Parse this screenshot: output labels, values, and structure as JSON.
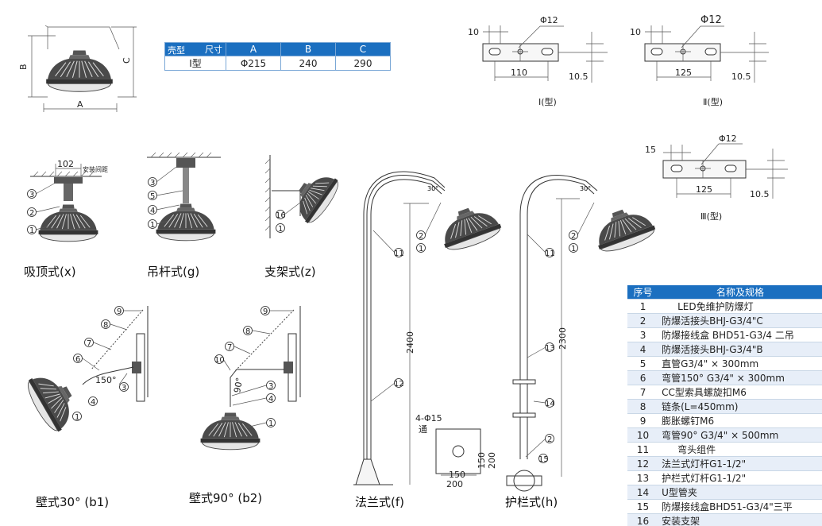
{
  "size_table": {
    "corner_top": "尺寸",
    "corner_bottom": "壳型",
    "headers": [
      "A",
      "B",
      "C"
    ],
    "rows": [
      {
        "type": "Ⅰ型",
        "A": "Φ215",
        "B": "240",
        "C": "290"
      }
    ]
  },
  "spec_table": {
    "headers": [
      "序号",
      "名称及规格"
    ],
    "rows": [
      {
        "no": "1",
        "name": "LED免维护防爆灯"
      },
      {
        "no": "2",
        "name": "防爆活接头BHJ-G3/4\"C"
      },
      {
        "no": "3",
        "name": "防爆接线盒 BHD51-G3/4 二吊"
      },
      {
        "no": "4",
        "name": "防爆活接头BHJ-G3/4\"B"
      },
      {
        "no": "5",
        "name": "直管G3/4\" × 300mm"
      },
      {
        "no": "6",
        "name": "弯管150°  G3/4\" × 300mm"
      },
      {
        "no": "7",
        "name": "CC型索具螺旋扣M6"
      },
      {
        "no": "8",
        "name": "链条(L=450mm)"
      },
      {
        "no": "9",
        "name": "膨胀螺钉M6"
      },
      {
        "no": "10",
        "name": "弯管90°  G3/4\" × 500mm"
      },
      {
        "no": "11",
        "name": "弯头组件"
      },
      {
        "no": "12",
        "name": "法兰式灯杆G1-1/2\""
      },
      {
        "no": "13",
        "name": "护栏式灯杆G1-1/2\""
      },
      {
        "no": "14",
        "name": "U型管夹"
      },
      {
        "no": "15",
        "name": "防爆接线盒BHD51-G3/4\"三平"
      },
      {
        "no": "16",
        "name": "安装支架"
      }
    ]
  },
  "captions": {
    "ceiling": "吸顶式(x)",
    "pendant": "吊杆式(g)",
    "bracket": "支架式(z)",
    "wall30": "壁式30°  (b1)",
    "wall90": "壁式90°  (b2)",
    "flange": "法兰式(f)",
    "guardrail": "护栏式(h)"
  },
  "dimensions": {
    "lamp_a": "A",
    "lamp_b": "B",
    "lamp_c": "C",
    "ceiling_width": "102",
    "ceiling_note": "安装间距",
    "flange_height": "2400",
    "guardrail_height": "2300",
    "angle_30": "30°",
    "angle_150": "150°",
    "angle_90": "90°",
    "base_holes": "4-Φ15",
    "base_through": "通",
    "base_150": "150",
    "base_200": "200"
  },
  "mounting_types": [
    {
      "caption": "Ⅰ(型)",
      "hole": "Φ12",
      "left": "10",
      "spacing": "110",
      "height": "10.5"
    },
    {
      "caption": "Ⅱ(型)",
      "hole": "Φ12",
      "left": "10",
      "spacing": "125",
      "height": "10.5"
    },
    {
      "caption": "Ⅲ(型)",
      "hole": "Φ12",
      "left": "15",
      "spacing": "125",
      "height": "10.5"
    }
  ],
  "part_numbers": [
    "1",
    "2",
    "3",
    "4",
    "5",
    "6",
    "7",
    "8",
    "9",
    "10",
    "11",
    "12",
    "13",
    "14",
    "15",
    "16"
  ]
}
